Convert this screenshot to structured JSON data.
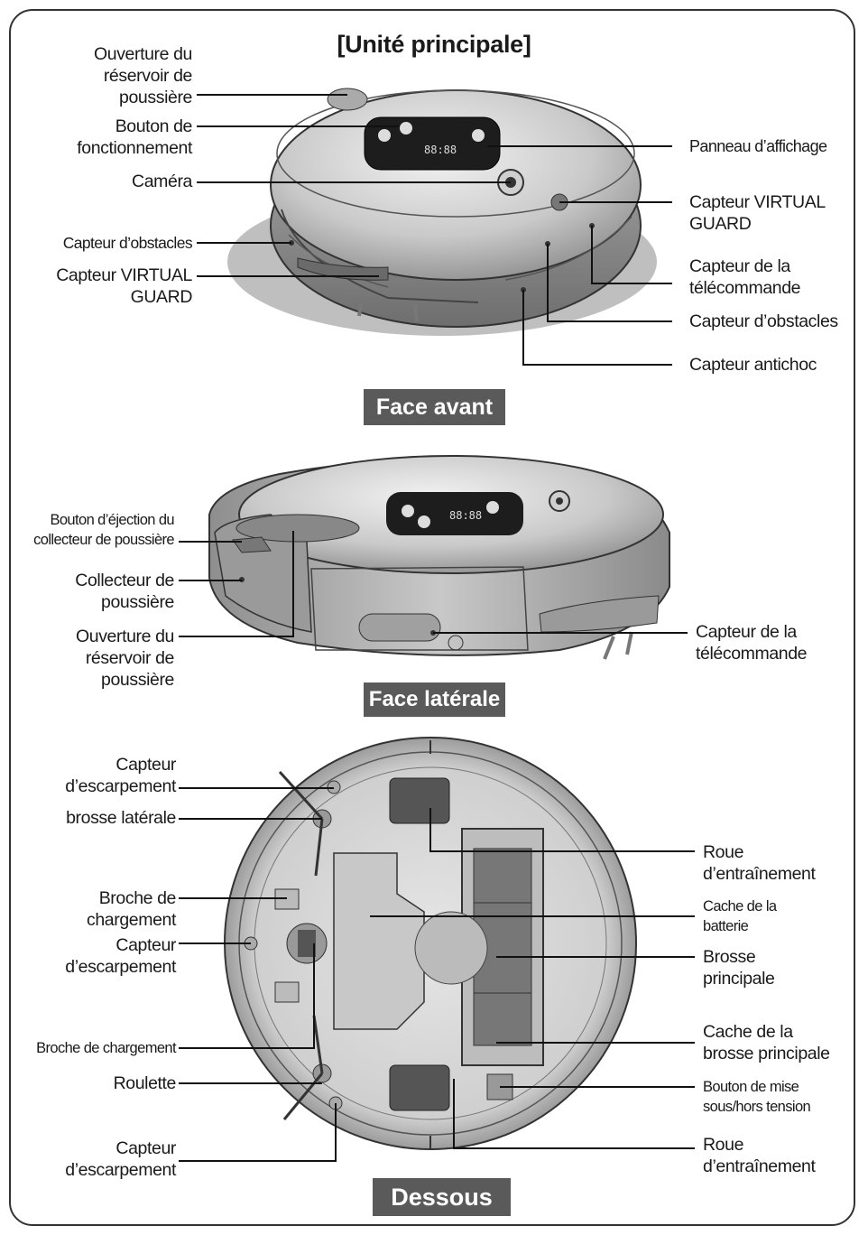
{
  "title": "[Unité principale]",
  "sections": {
    "front": "Face avant",
    "side": "Face latérale",
    "bottom": "Dessous"
  },
  "front_labels": {
    "dust_opening": "Ouverture du\nréservoir de\npoussière",
    "operation_button": "Bouton de\nfonctionnement",
    "camera": "Caméra",
    "obstacle_sensor_left": "Capteur d’obstacles",
    "virtual_guard_left": "Capteur VIRTUAL\nGUARD",
    "display_panel": "Panneau d’affichage",
    "virtual_guard_right": "Capteur VIRTUAL\nGUARD",
    "remote_sensor": "Capteur de la\ntélécommande",
    "obstacle_sensor_right": "Capteur d’obstacles",
    "bumper_sensor": "Capteur antichoc"
  },
  "side_labels": {
    "eject_button": "Bouton d’éjection du\ncollecteur de poussière",
    "dust_collector": "Collecteur de\npoussière",
    "dust_opening": "Ouverture du\nréservoir de\npoussière",
    "remote_sensor": "Capteur de la\ntélécommande"
  },
  "bottom_labels": {
    "cliff_sensor_top": "Capteur\nd’escarpement",
    "side_brush": "brosse latérale",
    "charging_pin_1": "Broche de\nchargement",
    "cliff_sensor_mid": "Capteur\nd’escarpement",
    "charging_pin_2": "Broche de chargement",
    "caster": "Roulette",
    "cliff_sensor_bottom": "Capteur\nd’escarpement",
    "drive_wheel_top": "Roue\nd’entraînement",
    "battery_cover": "Cache de la\nbatterie",
    "main_brush": "Brosse\nprincipale",
    "main_brush_cover": "Cache de la\nbrosse principale",
    "power_switch": "Bouton de mise\nsous/hors tension",
    "drive_wheel_bottom": "Roue\nd’entraînement"
  }
}
